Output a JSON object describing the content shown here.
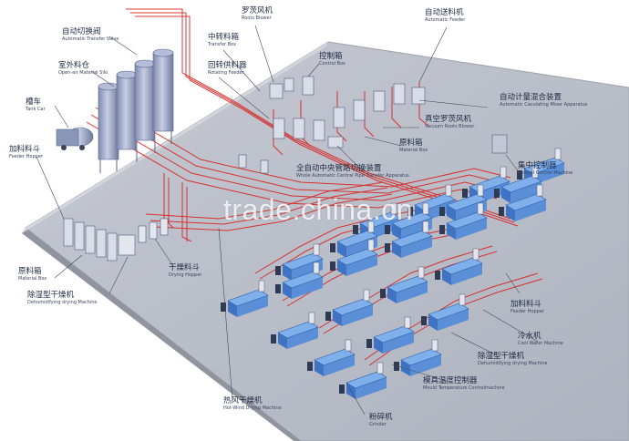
{
  "labels": {
    "transfer_valve": {
      "zh": "自动切换阀",
      "en": "Automatic Transfer Valve"
    },
    "outdoor_silo": {
      "zh": "室外料仓",
      "en": "Open-air Material Silo"
    },
    "tank_car": {
      "zh": "槽车",
      "en": "Tank Car"
    },
    "feeder_hopper_left": {
      "zh": "加料料斗",
      "en": "Feeder Hopper"
    },
    "roots_blower": {
      "zh": "罗茨风机",
      "en": "Roots Blower"
    },
    "transfer_box": {
      "zh": "中转料箱",
      "en": "Transfer Box"
    },
    "rotating_feeder": {
      "zh": "回转供料器",
      "en": "Rotating Feeder"
    },
    "control_box": {
      "zh": "控制箱",
      "en": "Control Box"
    },
    "auto_feeder": {
      "zh": "自动送料机",
      "en": "Automatic Feeder"
    },
    "mixer": {
      "zh": "自动计量混合装置",
      "en": "Automatic Caculating Mixer Apparatus"
    },
    "vacuum_blower": {
      "zh": "真空罗茨风机",
      "en": "Vacuum Roots Blower"
    },
    "material_box_top": {
      "zh": "原料箱",
      "en": "Material Box"
    },
    "central_pipe": {
      "zh": "全自动中央管路切换装置",
      "en": "Whole Automatic Central Pipe Transfer Apparatus"
    },
    "central_control": {
      "zh": "集中控制器",
      "en": "Centrel Control Machine"
    },
    "material_box_left": {
      "zh": "原料箱",
      "en": "Material Box"
    },
    "dehumid_left": {
      "zh": "除湿型干燥机",
      "en": "Dehumidifying drying Machine"
    },
    "drying_hopper": {
      "zh": "干燥料斗",
      "en": "Drying Hopper"
    },
    "feeder_hopper_right": {
      "zh": "加料料斗",
      "en": "Feeder Hopper"
    },
    "cool_water": {
      "zh": "冷水机",
      "en": "Cool Water Machine"
    },
    "dehumid_right": {
      "zh": "除湿型干燥机",
      "en": "Dehumidifying drying Machine"
    },
    "mould_temp": {
      "zh": "模具温度控制器",
      "en": "Mould Temperature Controlmachine"
    },
    "hot_wind": {
      "zh": "热风干燥机",
      "en": "Hot-Wind Drying Machine"
    },
    "grinder": {
      "zh": "粉碎机",
      "en": "Grinder"
    }
  },
  "watermark": "trade.china.cn",
  "colors": {
    "floor_top": "#b8bcc6",
    "floor_edge": "#8f949f",
    "pipe": "#d8231f",
    "machine": "#5a8ed6",
    "machine_dark": "#2f5fa8",
    "silo": "#9aa6c8",
    "leader": "#444c5e"
  }
}
